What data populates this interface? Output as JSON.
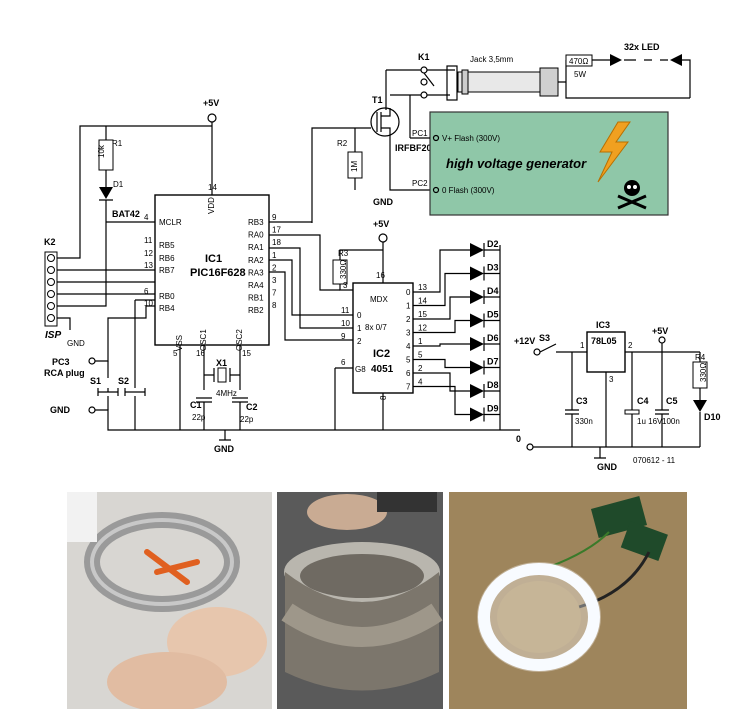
{
  "colors": {
    "panel_fill": "#8fc7a8",
    "lightning": "#f0a020",
    "pcb": "#1f4a2a"
  },
  "supply": {
    "plus5v": "+5V",
    "gnd": "GND",
    "plus12v": "+12V",
    "zero": "0"
  },
  "ic1": {
    "name": "IC1",
    "part": "PIC16F628",
    "left_pins": [
      [
        "4",
        "MCLR"
      ],
      [
        "11",
        "RB5"
      ],
      [
        "12",
        "RB6"
      ],
      [
        "13",
        "RB7"
      ],
      [
        "6",
        "RB0"
      ],
      [
        "10",
        "RB4"
      ]
    ],
    "right_pins": [
      [
        "9",
        "RB3"
      ],
      [
        "17",
        "RA0"
      ],
      [
        "18",
        "RA1"
      ],
      [
        "1",
        "RA2"
      ],
      [
        "2",
        "RA3"
      ],
      [
        "3",
        "RA4"
      ],
      [
        "7",
        "RB1"
      ],
      [
        "8",
        "RB2"
      ]
    ],
    "vdd": "VDD",
    "vdd_pin": "14",
    "vss": "VSS",
    "vss_pin": "5",
    "osc1": "OSC1",
    "osc1_pin": "16",
    "osc2": "OSC2",
    "osc2_pin": "15"
  },
  "ic2": {
    "name": "IC2",
    "part": "4051",
    "mdx": "MDX",
    "range": "8x 0/7",
    "g8": "G8",
    "left_pins": [
      "11",
      "10",
      "9"
    ],
    "left_nums": [
      "0",
      "1",
      "2"
    ],
    "pin3": "3",
    "pin6": "6",
    "pin16": "16",
    "pin8": "8",
    "out_pins": [
      "13",
      "14",
      "15",
      "12",
      "1",
      "5",
      "2",
      "4"
    ],
    "out_nums": [
      "0",
      "1",
      "2",
      "3",
      "4",
      "5",
      "6",
      "7"
    ]
  },
  "ic3": {
    "name": "IC3",
    "part": "78L05",
    "pins": [
      "1",
      "2",
      "3"
    ]
  },
  "leds": [
    "D2",
    "D3",
    "D4",
    "D5",
    "D6",
    "D7",
    "D8",
    "D9"
  ],
  "parts": {
    "r1": "R1",
    "r1v": "10k",
    "d1": "D1",
    "d1v": "BAT42",
    "r2": "R2",
    "r2v": "1M",
    "r3": "R3",
    "r3v": "330Ω",
    "r4": "R4",
    "r4v": "330Ω",
    "d10": "D10",
    "t1": "T1",
    "t1v": "IRFBF20",
    "k1": "K1",
    "k2": "K2",
    "isp": "ISP",
    "x1": "X1",
    "x1v": "4MHz",
    "c1": "C1",
    "c1v": "22p",
    "c2": "C2",
    "c2v": "22p",
    "c3": "C3",
    "c3v": "330n",
    "c4": "C4",
    "c4v": "1u\n16V",
    "c5": "C5",
    "c5v": "100n",
    "s1": "S1",
    "s2": "S2",
    "s3": "S3",
    "pc3": "PC3",
    "rca": "RCA plug",
    "gnd_label": "GND",
    "jack": "Jack 3,5mm",
    "r470": "470Ω",
    "r470w": "5W",
    "led32": "32x LED",
    "pc1": "PC1",
    "pc2": "PC2"
  },
  "hv": {
    "title": "high voltage generator",
    "vplus": "V+ Flash (300V)",
    "zero": "0 Flash (300V)"
  },
  "figure_id": "070612 - 11"
}
